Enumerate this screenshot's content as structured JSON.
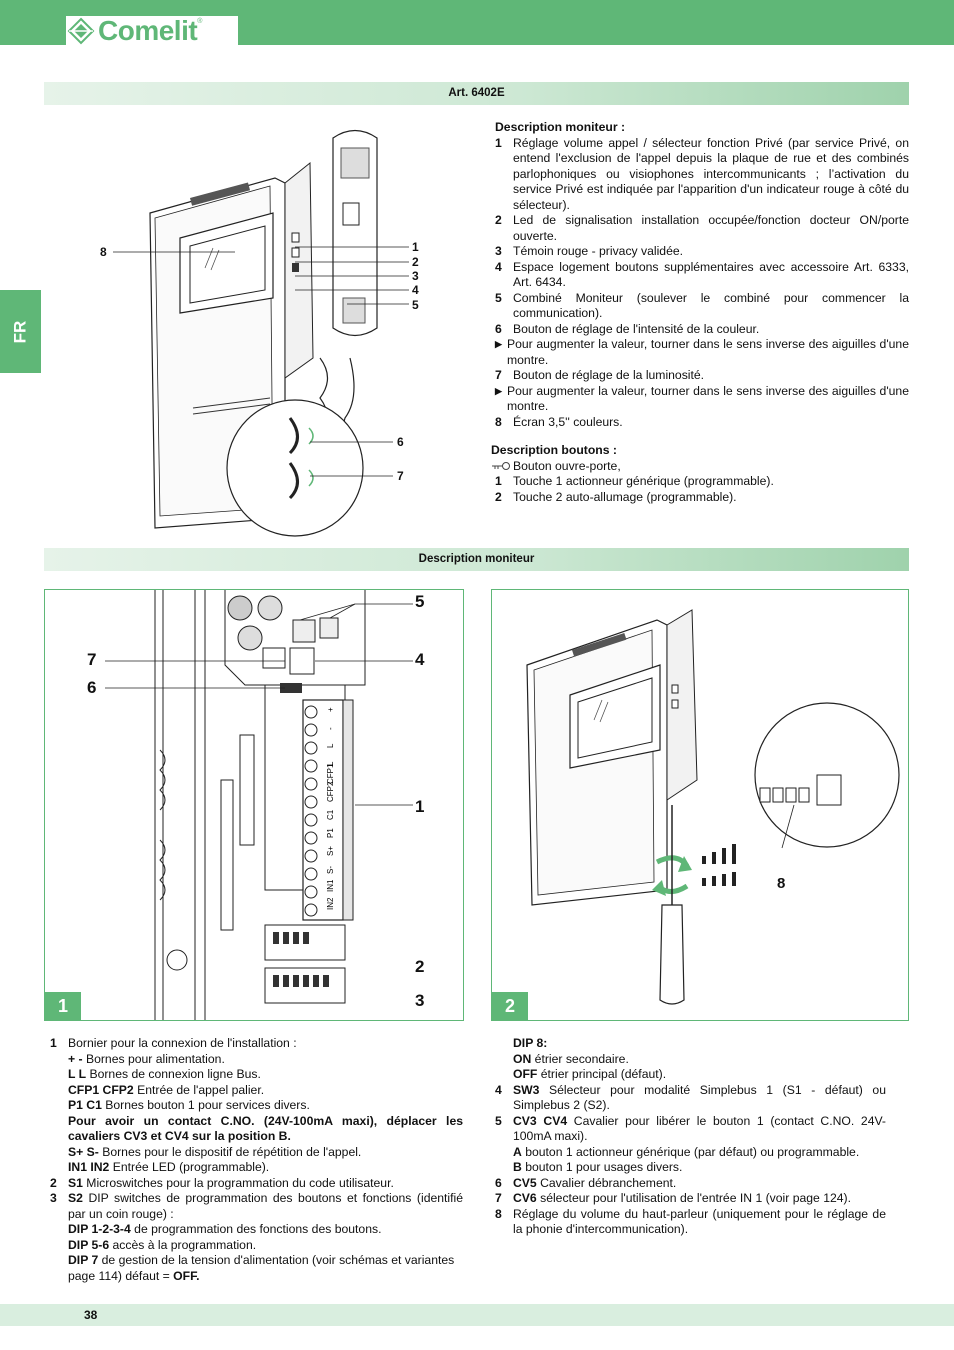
{
  "header": {
    "brand": "Comelit",
    "registered": "®"
  },
  "side_tab": "FR",
  "section1": {
    "title": "Art. 6402E"
  },
  "monitor_description": {
    "heading": "Description moniteur :",
    "items": [
      {
        "n": "1",
        "text": "Réglage volume appel / sélecteur fonction Privé (par service Privé, on entend l'exclusion de l'appel depuis la plaque de rue et des combinés parlophoniques ou visiophones intercommunicants ; l’activation du service Privé est indiquée par l'apparition d'un indicateur rouge à côté du sélecteur)."
      },
      {
        "n": "2",
        "text": "Led de signalisation installation occupée/fonction docteur ON/porte ouverte."
      },
      {
        "n": "3",
        "text": "Témoin rouge - privacy validée."
      },
      {
        "n": "4",
        "text": "Espace logement boutons supplémentaires avec accessoire Art. 6333, Art. 6434."
      },
      {
        "n": "5",
        "text": "Combiné Moniteur (soulever le combiné pour commencer la communication)."
      },
      {
        "n": "6",
        "text": "Bouton de réglage de l'intensité de la couleur."
      },
      {
        "n": "▶",
        "text": "Pour augmenter la valeur, tourner dans le sens inverse des aiguilles d'une montre."
      },
      {
        "n": "7",
        "text": "Bouton de réglage de la luminosité."
      },
      {
        "n": "▶",
        "text": "Pour augmenter la valeur, tourner dans le sens inverse des aiguilles d'une montre."
      },
      {
        "n": "8",
        "text": "Écran 3,5'' couleurs."
      }
    ]
  },
  "buttons_description": {
    "heading": "Description boutons :",
    "door_button": "Bouton ouvre-porte,",
    "items": [
      {
        "n": "1",
        "text": "Touche 1 actionneur générique (programmable)."
      },
      {
        "n": "2",
        "text": "Touche 2 auto-allumage (programmable)."
      }
    ]
  },
  "figure1": {
    "callouts": [
      "1",
      "2",
      "3",
      "4",
      "5",
      "6",
      "7",
      "8"
    ]
  },
  "section2": {
    "title": "Description moniteur"
  },
  "panel1": {
    "number": "1",
    "callouts": [
      "5",
      "4",
      "7",
      "6",
      "1",
      "2",
      "3"
    ],
    "terminal_labels": [
      "+",
      "-",
      "L",
      "L",
      "CFP1",
      "CFP2",
      "C1",
      "P1",
      "S+",
      "S-",
      "IN1",
      "IN2"
    ]
  },
  "panel2": {
    "number": "2",
    "callouts": [
      "8"
    ]
  },
  "left_col": {
    "i1_intro": "Bornier pour la connexion de l'installation :",
    "pm_label": "+ -",
    "pm_text": " Bornes pour alimentation.",
    "ll_label": "L L",
    "ll_text": " Bornes de connexion ligne Bus.",
    "cfp_label": "CFP1 CFP2",
    "cfp_text": " Entrée de l'appel palier.",
    "p1c1_label": "P1 C1",
    "p1c1_text": " Bornes bouton 1 pour services divers.",
    "p1c1_note": "Pour avoir un contact C.NO. (24V-100mA maxi), déplacer les cavaliers CV3 et CV4 sur la position B.",
    "s_label": "S+ S-",
    "s_text": " Bornes pour le dispositif de répétition de l'appel.",
    "in_label": "IN1 IN2",
    "in_text": " Entrée LED (programmable).",
    "i2_label": "S1",
    "i2_text": " Microswitches pour la programmation du code utilisateur.",
    "i3_label": "S2",
    "i3_text": " DIP switches de programmation des boutons et fonctions (identifié par un coin rouge) :",
    "dip1_label": "DIP 1-2-3-4",
    "dip1_text": " de programmation des fonctions des boutons.",
    "dip5_label": "DIP 5-6",
    "dip5_text": "  accès à la programmation.",
    "dip7_label": "DIP 7",
    "dip7_text": " de gestion de la tension d'alimentation (voir schémas et variantes page 114) défaut = ",
    "dip7_off": "OFF."
  },
  "right_col": {
    "dip8_label": "DIP 8:",
    "on_label": "ON",
    "on_text": " étrier secondaire.",
    "off_label": "OFF",
    "off_text": " étrier principal (défaut).",
    "i4_label": "SW3",
    "i4_text": " Sélecteur pour modalité Simplebus 1 (S1 - défaut) ou Simplebus 2 (S2).",
    "i5_label": "CV3 CV4",
    "i5_text": " Cavalier pour libérer le bouton 1 (contact C.NO. 24V-100mA maxi).",
    "a_label": "A",
    "a_text": " bouton 1 actionneur générique (par défaut) ou programmable.",
    "b_label": "B",
    "b_text": " bouton 1 pour usages divers.",
    "i6_label": "CV5",
    "i6_text": " Cavalier débranchement.",
    "i7_label": "CV6",
    "i7_text": " sélecteur pour l'utilisation de l'entrée IN 1 (voir page 124).",
    "i8_text": "Réglage du volume du haut-parleur (uniquement pour le réglage de la phonie d'intercommunication)."
  },
  "footer": {
    "page": "38"
  }
}
